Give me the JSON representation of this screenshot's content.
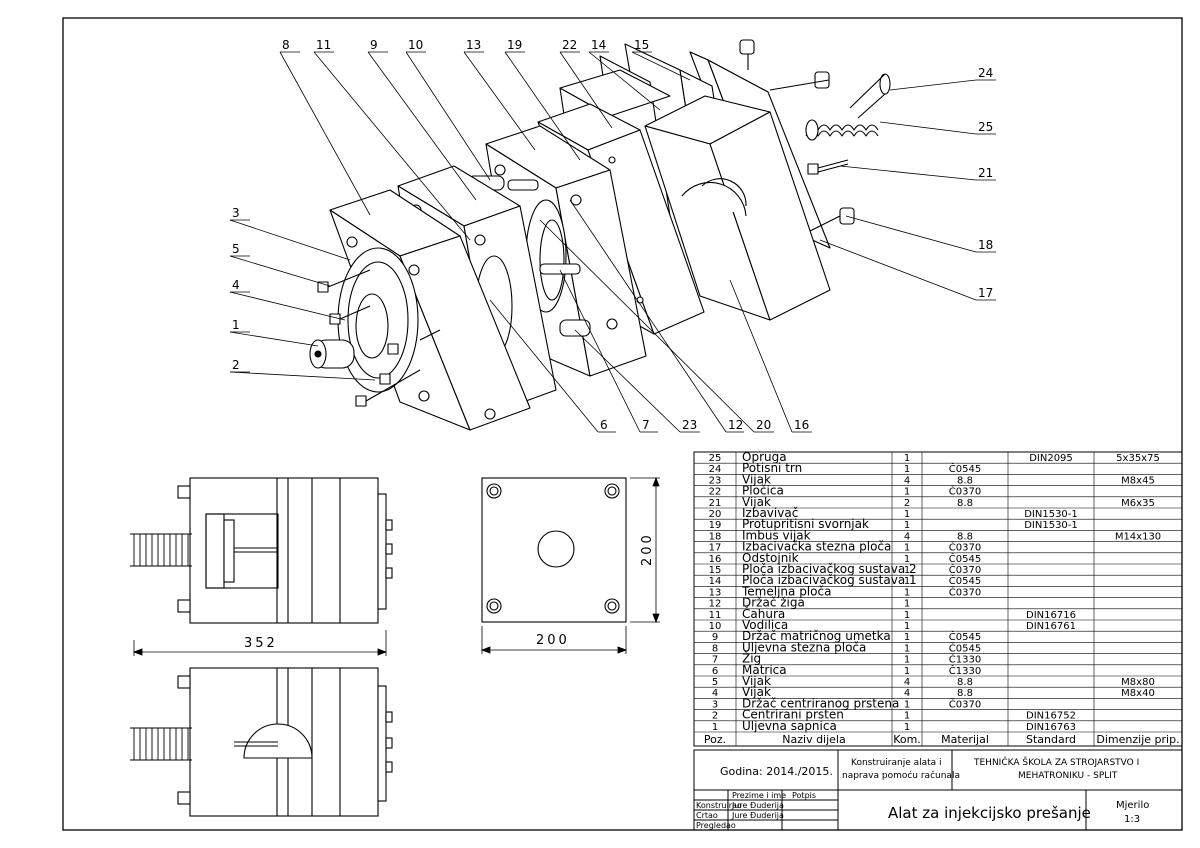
{
  "callouts": [
    {
      "n": "8"
    },
    {
      "n": "11"
    },
    {
      "n": "9"
    },
    {
      "n": "10"
    },
    {
      "n": "13"
    },
    {
      "n": "19"
    },
    {
      "n": "22"
    },
    {
      "n": "14"
    },
    {
      "n": "15"
    },
    {
      "n": "24"
    },
    {
      "n": "25"
    },
    {
      "n": "21"
    },
    {
      "n": "18"
    },
    {
      "n": "17"
    },
    {
      "n": "3"
    },
    {
      "n": "5"
    },
    {
      "n": "4"
    },
    {
      "n": "1"
    },
    {
      "n": "2"
    },
    {
      "n": "6"
    },
    {
      "n": "7"
    },
    {
      "n": "23"
    },
    {
      "n": "12"
    },
    {
      "n": "20"
    },
    {
      "n": "16"
    }
  ],
  "dimensions": {
    "side_width": "352",
    "top_width": "200",
    "top_height": "200"
  },
  "parts_header": {
    "poz": "Poz.",
    "naziv": "Naziv dijela",
    "kom": "Kom.",
    "materijal": "Materijal",
    "standard": "Standard",
    "dimenzije": "Dimenzije prip."
  },
  "parts": [
    {
      "poz": "25",
      "name": "Opruga",
      "kom": "1",
      "mat": "",
      "std": "DIN2095",
      "dim": "5x35x75"
    },
    {
      "poz": "24",
      "name": "Potisni trn",
      "kom": "1",
      "mat": "Č0545",
      "std": "",
      "dim": ""
    },
    {
      "poz": "23",
      "name": "Vijak",
      "kom": "4",
      "mat": "8.8",
      "std": "",
      "dim": "M8x45"
    },
    {
      "poz": "22",
      "name": "Pločica",
      "kom": "1",
      "mat": "Č0370",
      "std": "",
      "dim": ""
    },
    {
      "poz": "21",
      "name": "Vijak",
      "kom": "2",
      "mat": "8.8",
      "std": "",
      "dim": "M6x35"
    },
    {
      "poz": "20",
      "name": "Izbavivač",
      "kom": "1",
      "mat": "",
      "std": "DIN1530-1",
      "dim": ""
    },
    {
      "poz": "19",
      "name": "Protupritisni svornjak",
      "kom": "1",
      "mat": "",
      "std": "DIN1530-1",
      "dim": ""
    },
    {
      "poz": "18",
      "name": "Imbus vijak",
      "kom": "4",
      "mat": "8.8",
      "std": "",
      "dim": "M14x130"
    },
    {
      "poz": "17",
      "name": "Izbacivačka stezna ploča",
      "kom": "1",
      "mat": "Č0370",
      "std": "",
      "dim": ""
    },
    {
      "poz": "16",
      "name": "Odstojnik",
      "kom": "1",
      "mat": "Č0545",
      "std": "",
      "dim": ""
    },
    {
      "poz": "15",
      "name": "Ploča izbacivačkog sustava 2",
      "kom": "1",
      "mat": "Č0370",
      "std": "",
      "dim": ""
    },
    {
      "poz": "14",
      "name": "Ploča izbacivačkog sustava 1",
      "kom": "1",
      "mat": "Č0545",
      "std": "",
      "dim": ""
    },
    {
      "poz": "13",
      "name": "Temeljna ploča",
      "kom": "1",
      "mat": "Č0370",
      "std": "",
      "dim": ""
    },
    {
      "poz": "12",
      "name": "Držač žiga",
      "kom": "1",
      "mat": "",
      "std": "",
      "dim": ""
    },
    {
      "poz": "11",
      "name": "Čahura",
      "kom": "1",
      "mat": "",
      "std": "DIN16716",
      "dim": ""
    },
    {
      "poz": "10",
      "name": "Vodilica",
      "kom": "1",
      "mat": "",
      "std": "DIN16761",
      "dim": ""
    },
    {
      "poz": "9",
      "name": "Držač matričnog umetka",
      "kom": "1",
      "mat": "Č0545",
      "std": "",
      "dim": ""
    },
    {
      "poz": "8",
      "name": "Uljevna stezna ploča",
      "kom": "1",
      "mat": "Č0545",
      "std": "",
      "dim": ""
    },
    {
      "poz": "7",
      "name": "Žig",
      "kom": "1",
      "mat": "Č1330",
      "std": "",
      "dim": ""
    },
    {
      "poz": "6",
      "name": "Matrica",
      "kom": "1",
      "mat": "Č1330",
      "std": "",
      "dim": ""
    },
    {
      "poz": "5",
      "name": "Vijak",
      "kom": "4",
      "mat": "8.8",
      "std": "",
      "dim": "M8x80"
    },
    {
      "poz": "4",
      "name": "Vijak",
      "kom": "4",
      "mat": "8.8",
      "std": "",
      "dim": "M8x40"
    },
    {
      "poz": "3",
      "name": "Držač centriranog prstena",
      "kom": "1",
      "mat": "Č0370",
      "std": "",
      "dim": ""
    },
    {
      "poz": "2",
      "name": "Centrirani prsten",
      "kom": "1",
      "mat": "",
      "std": "DIN16752",
      "dim": ""
    },
    {
      "poz": "1",
      "name": "Uljevna sapnica",
      "kom": "1",
      "mat": "",
      "std": "DIN16763",
      "dim": ""
    }
  ],
  "title_block": {
    "godina": "Godina: 2014./2015.",
    "course_line1": "Konstruiranje alata i",
    "course_line2": "naprava pomoću računala",
    "school_line1": "TEHNIČKA ŠKOLA ZA STROJARSTVO I",
    "school_line2": "MEHATRONIKU - SPLIT",
    "prezime_header": "Prezime i ime",
    "potpis_header": "Potpis",
    "konstruirao": "Konstruirao",
    "crtao": "Crtao",
    "pregledao": "Pregledao",
    "konstruirao_name": "Jure Đuderija",
    "crtao_name": "Jure Đuderija",
    "drawing_title": "Alat za injekcijsko prešanje",
    "mjerilo_label": "Mjerilo",
    "mjerilo_value": "1:3"
  }
}
